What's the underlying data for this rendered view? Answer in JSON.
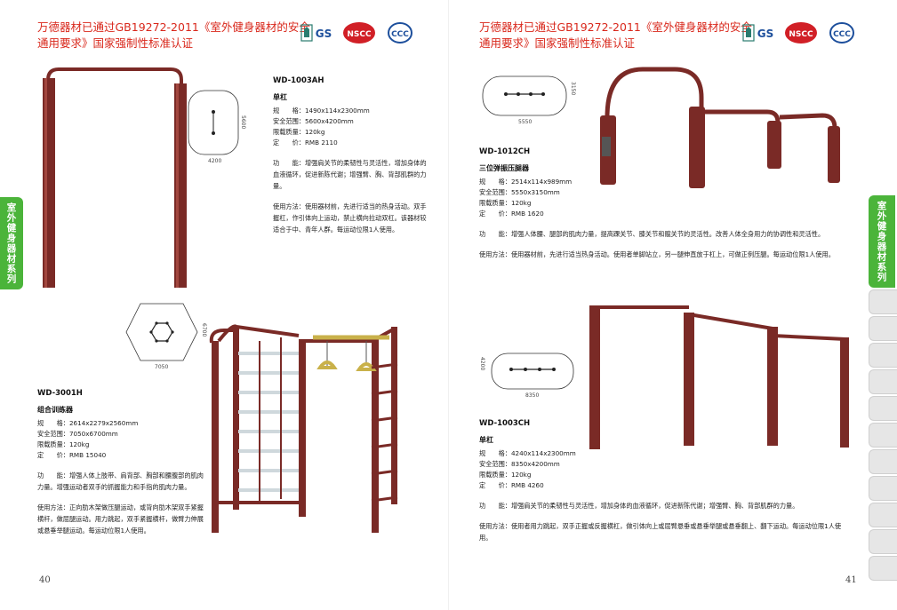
{
  "headline": "万德器材已通过GB19272-2011《室外健身器材的安全通用要求》国家强制性标准认证",
  "logos": [
    "GS",
    "NSCC",
    "CCC"
  ],
  "side_tab": "室外健身器材系列",
  "left_page": {
    "page_number": "40",
    "product_top": {
      "model": "WD-1003AH",
      "name": "单杠",
      "specs": [
        "规　　格：1490x114x2300mm",
        "安全范围：5600x4200mm",
        "限载质量：120kg",
        "定　　价：RMB 2110"
      ],
      "plan_dims": [
        "5600",
        "4200"
      ],
      "function": "功　　能：增强肩关节的柔韧性与灵活性，增加身体的血液循环，促进新陈代谢；增强臂、胸、背部肌群的力量。",
      "usage": "使用方法：使用器材前，先进行适当的热身活动。双手握杠，作引体向上运动，禁止横向拉动双杠。该器材较适合于中、青年人群。每运动位限1人使用。"
    },
    "product_bottom": {
      "model": "WD-3001H",
      "name": "组合训练器",
      "specs": [
        "规　　格：2614x2279x2560mm",
        "安全范围：7050x6700mm",
        "限载质量：120kg",
        "定　　价：RMB 15040"
      ],
      "plan_dims": [
        "6700",
        "7050"
      ],
      "function": "功　　能：增强人体上肢带、肩背部、胸部和腰腹部的肌肉力量。增强运动者双手的抓握能力和手指的肌肉力量。",
      "usage": "使用方法：正向肋木架做压腿运动，或背向肋木架双手紧握横杆，做屈腿运动。用力跳起，双手紧握横杆，做臂力伸展或悬垂举腿运动。每运动位限1人使用。"
    }
  },
  "right_page": {
    "page_number": "41",
    "product_top": {
      "model": "WD-1012CH",
      "name": "三位弹振压腿器",
      "specs": [
        "规　　格：2514x114x989mm",
        "安全范围：5550x3150mm",
        "限载质量：120kg",
        "定　　价：RMB 1620"
      ],
      "plan_dims": [
        "3150",
        "5550"
      ],
      "function": "功　　能：增强人体腰、腿部的肌肉力量，提高踝关节、膝关节和髋关节的灵活性。改善人体全身用力的协调性和灵活性。",
      "usage": "使用方法：使用器材前，先进行适当热身活动。使用者单脚站立，另一腿伸直放于杠上，可做正例压腿。每运动位限1人使用。"
    },
    "product_bottom": {
      "model": "WD-1003CH",
      "name": "单杠",
      "specs": [
        "规　　格：4240x114x2300mm",
        "安全范围：8350x4200mm",
        "限载质量：120kg",
        "定　　价：RMB 4260"
      ],
      "plan_dims": [
        "4200",
        "8350"
      ],
      "function": "功　　能：增强肩关节的柔韧性与灵活性，增加身体的血液循环，促进新陈代谢；增强臂、胸、背部肌群的力量。",
      "usage": "使用方法：使用者用力跳起，双手正握或反握横杠，做引体向上或屈臂悬垂或悬垂举腿或悬垂翻上、翻下运动。每运动位限1人使用。"
    }
  },
  "colors": {
    "headline": "#d9281c",
    "equipment": "#7a2a26",
    "tab_green": "#4bb43a"
  }
}
